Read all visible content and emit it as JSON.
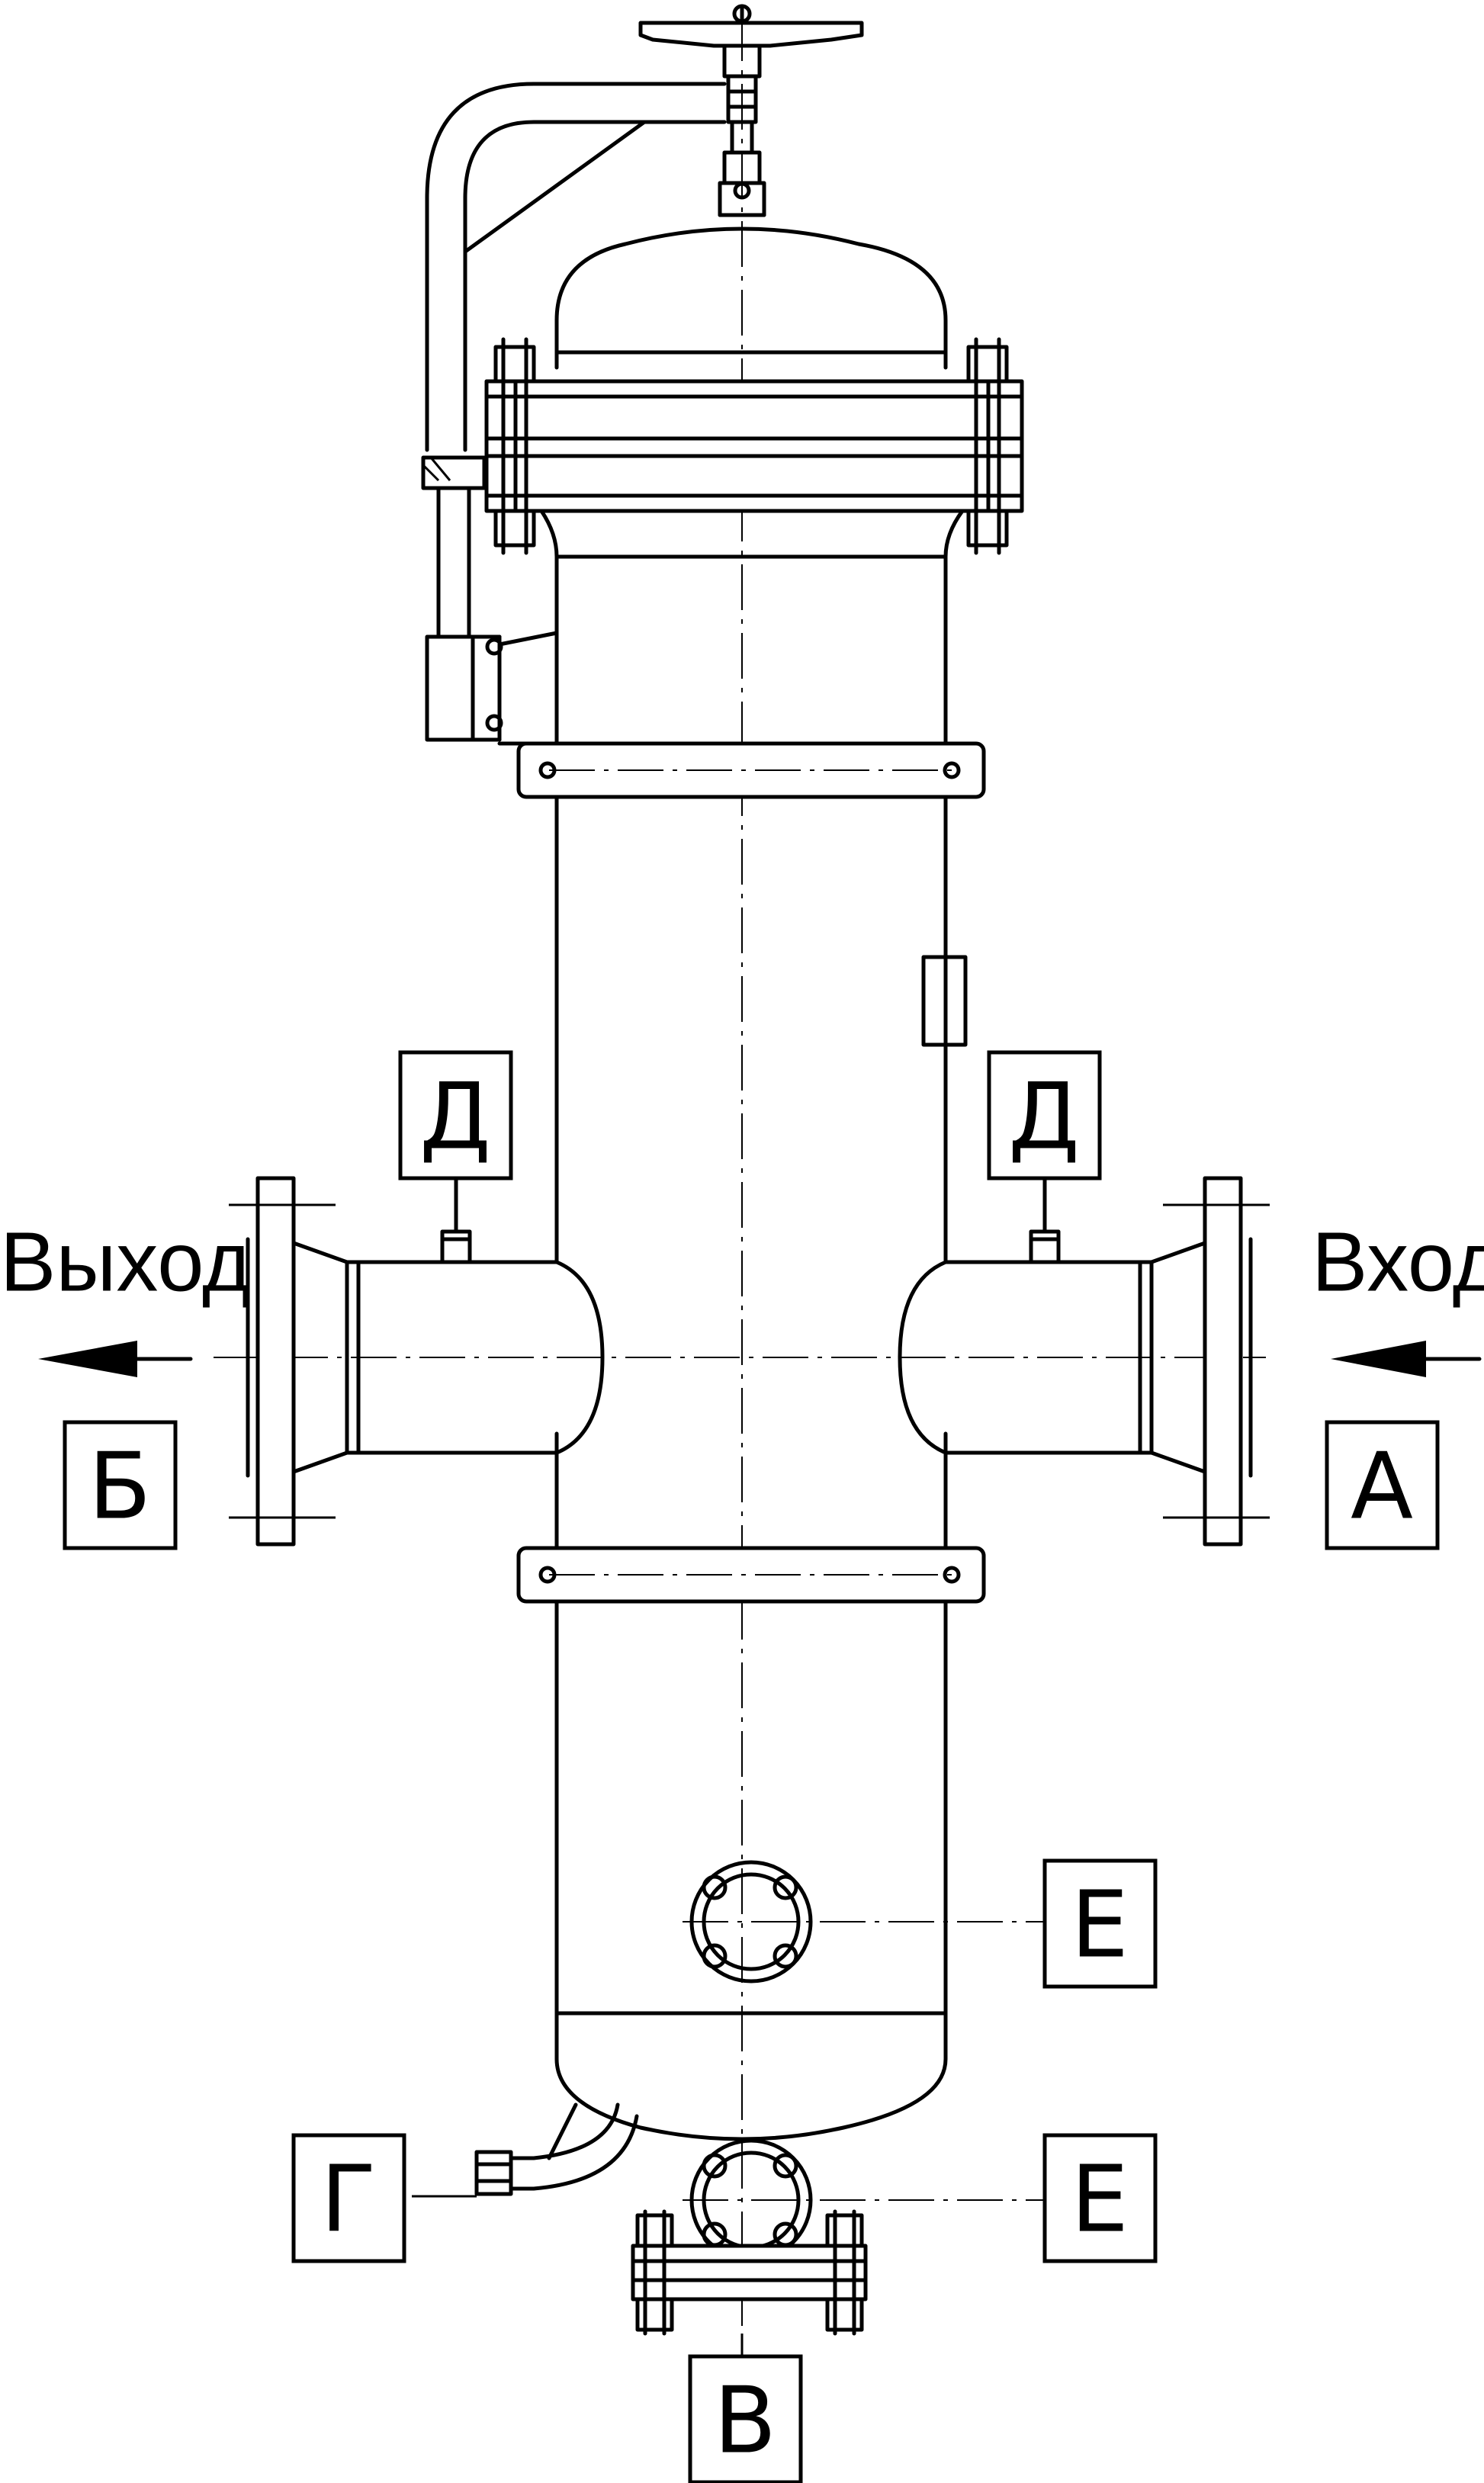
{
  "labels": {
    "a": "А",
    "b": "Б",
    "v": "В",
    "g": "Г",
    "d_left": "Д",
    "d_right": "Д",
    "e_upper": "Е",
    "e_lower": "Е"
  },
  "flow": {
    "inlet": "Вход",
    "outlet": "Выход"
  }
}
